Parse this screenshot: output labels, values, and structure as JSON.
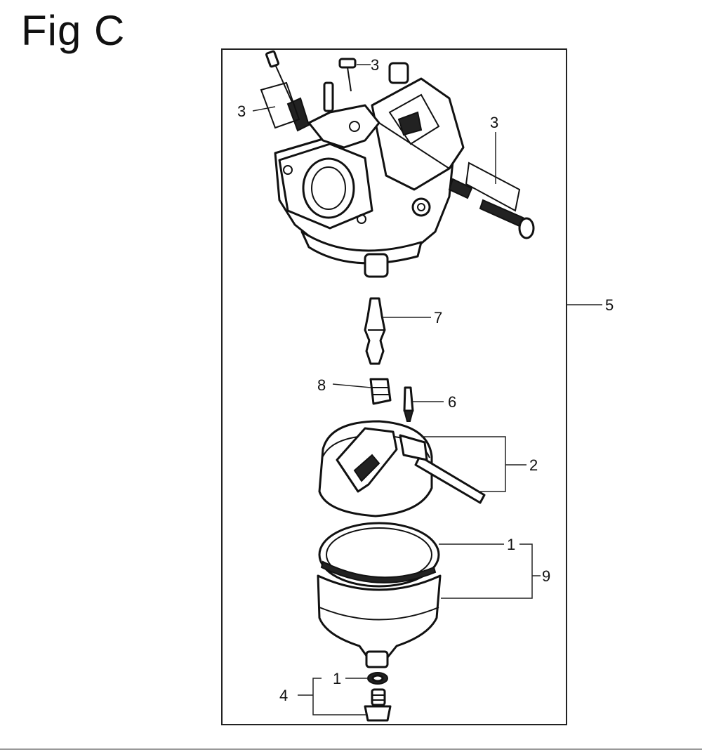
{
  "figure": {
    "title": "Fig C"
  },
  "callouts": {
    "c3a": "3",
    "c3b": "3",
    "c3c": "3",
    "c5": "5",
    "c7": "7",
    "c8": "8",
    "c6": "6",
    "c2": "2",
    "c1a": "1",
    "c9": "9",
    "c1b": "1",
    "c4": "4"
  }
}
